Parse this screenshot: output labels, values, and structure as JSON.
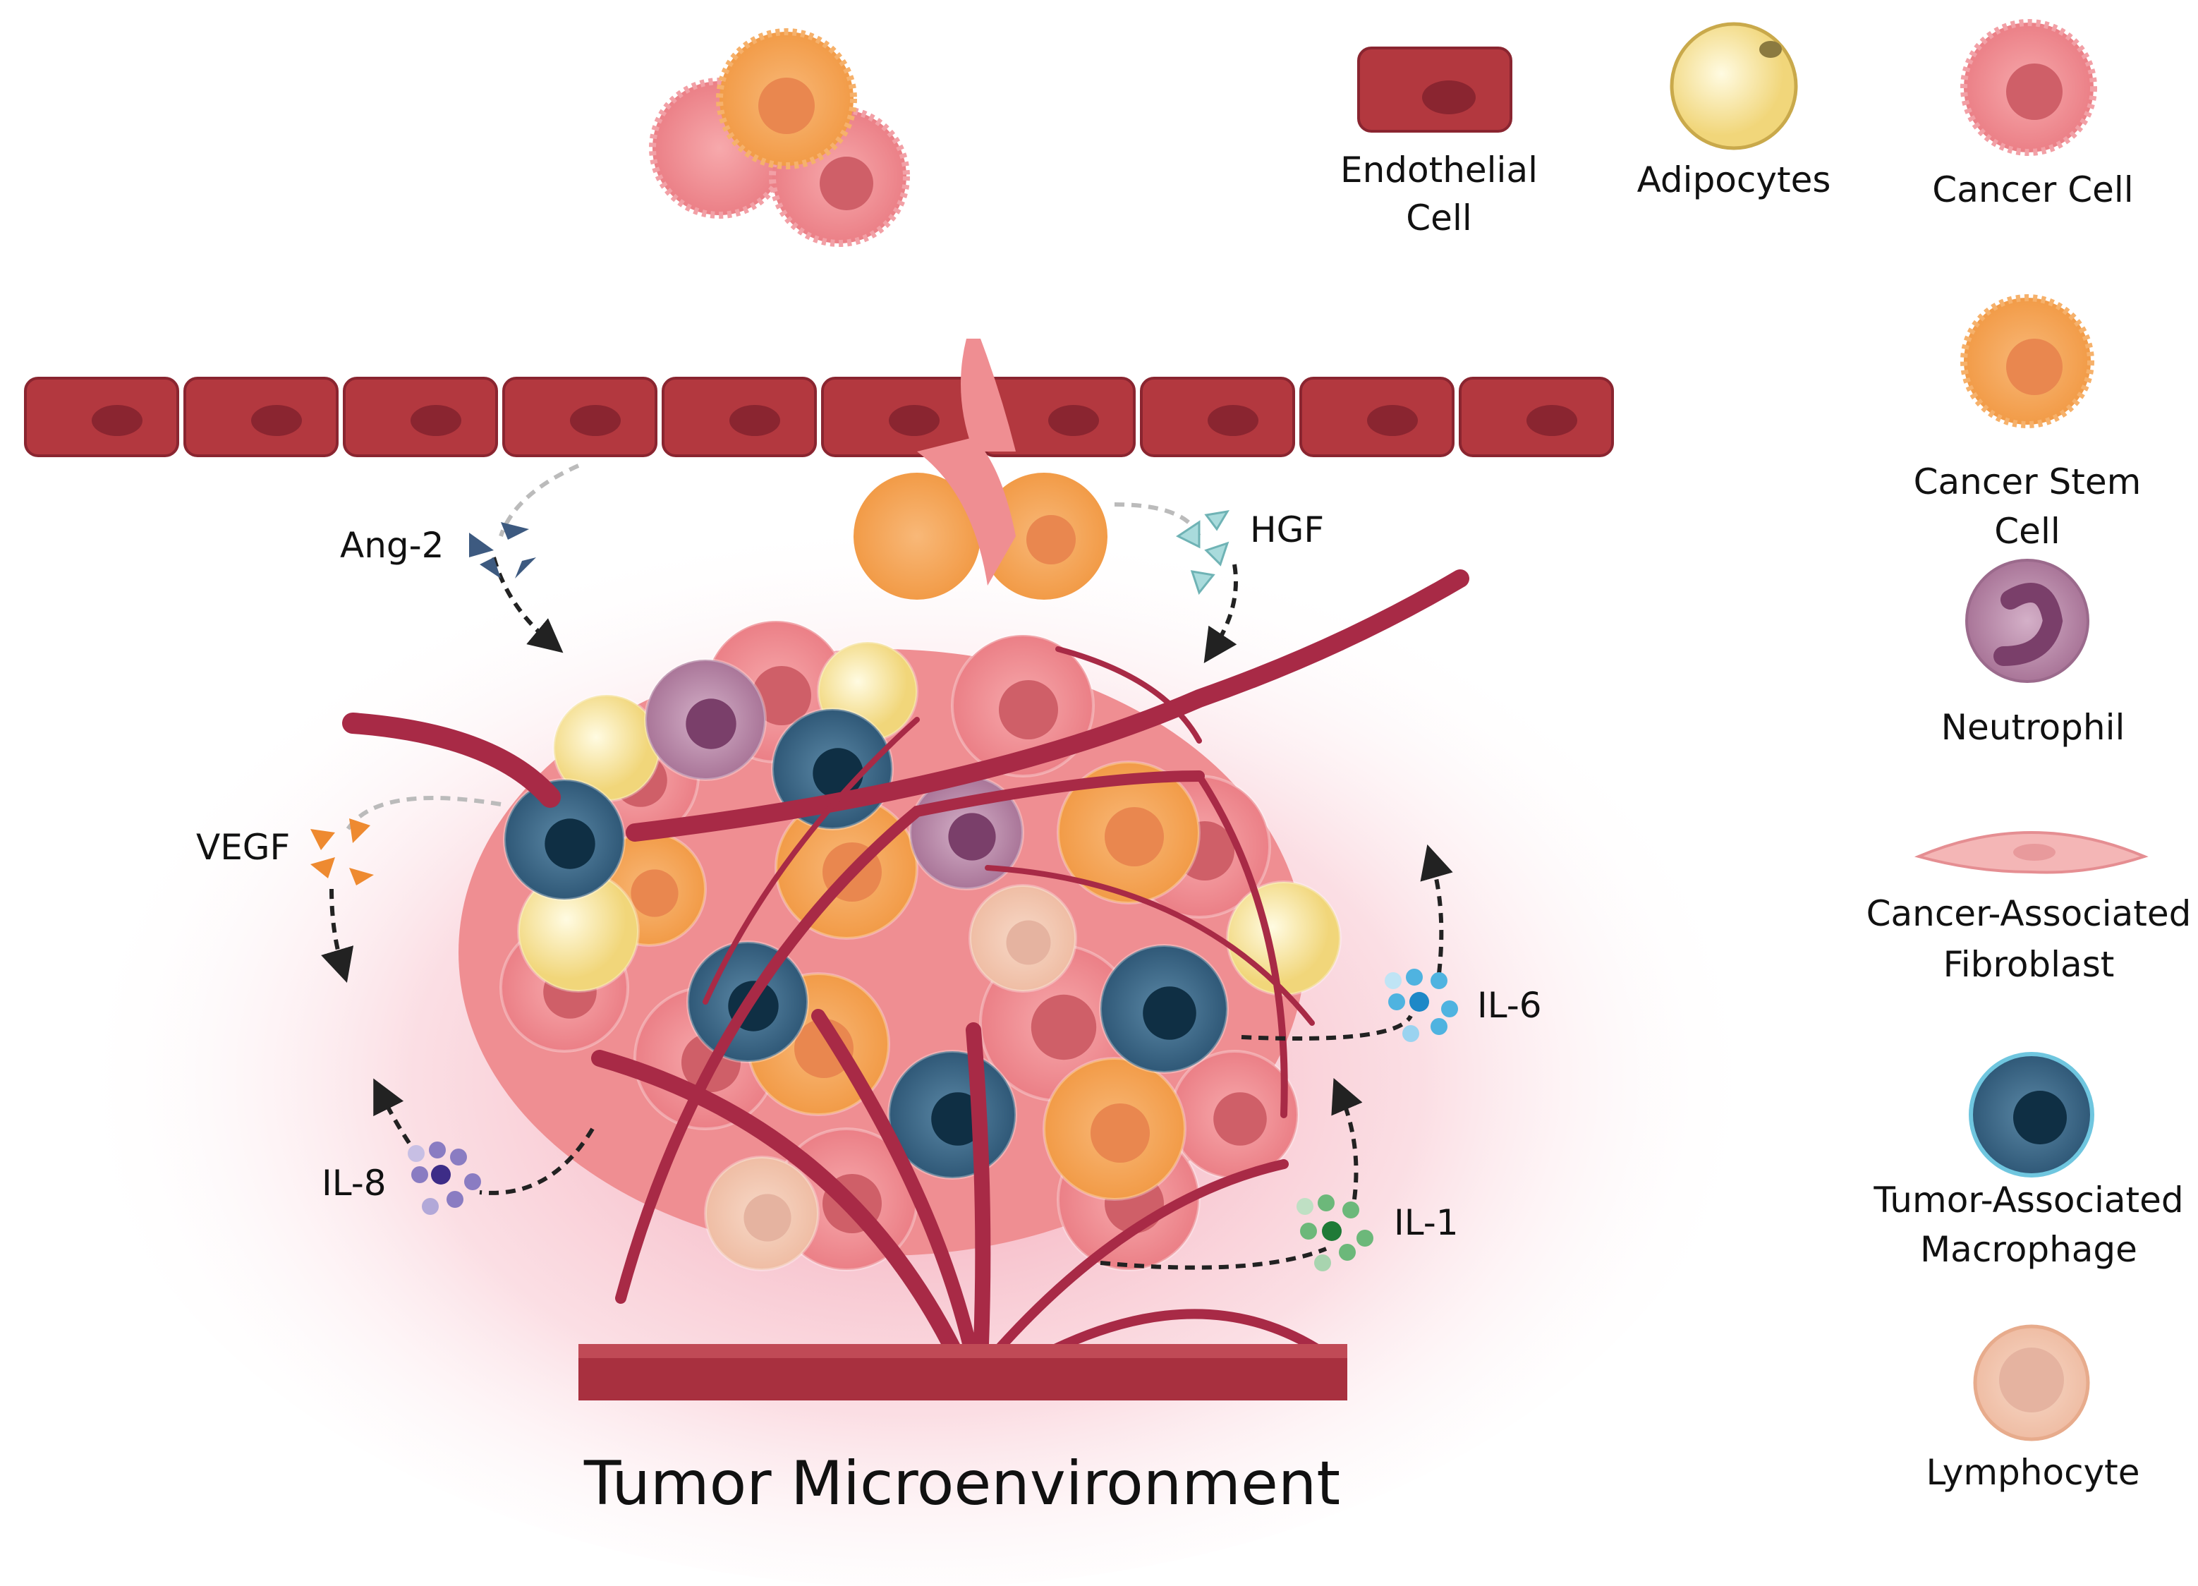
{
  "title": "Tumor Microenvironment",
  "signals": {
    "ang2": "Ang-2",
    "hgf": "HGF",
    "vegf": "VEGF",
    "il6": "IL-6",
    "il8": "IL-8",
    "il1": "IL-1"
  },
  "legend": {
    "endothelial": [
      "Endothelial",
      "Cell"
    ],
    "adipocytes": "Adipocytes",
    "cancer_cell": "Cancer Cell",
    "cancer_stem_cell": [
      "Cancer Stem",
      "Cell"
    ],
    "neutrophil": "Neutrophil",
    "caf": [
      "Cancer-Associated",
      "Fibroblast"
    ],
    "tam": [
      "Tumor-Associated",
      "Macrophage"
    ],
    "lymphocyte": "Lymphocyte"
  },
  "colors": {
    "endothelial": "#b3383f",
    "cancer": "#ef8e92",
    "stem": "#f6a85c",
    "adipocyte": "#fbe9a6",
    "neutrophil": "#b784a8",
    "tam": "#3d6b8a",
    "lymphocyte": "#f3c9b3",
    "vessel": "#b0304a"
  }
}
